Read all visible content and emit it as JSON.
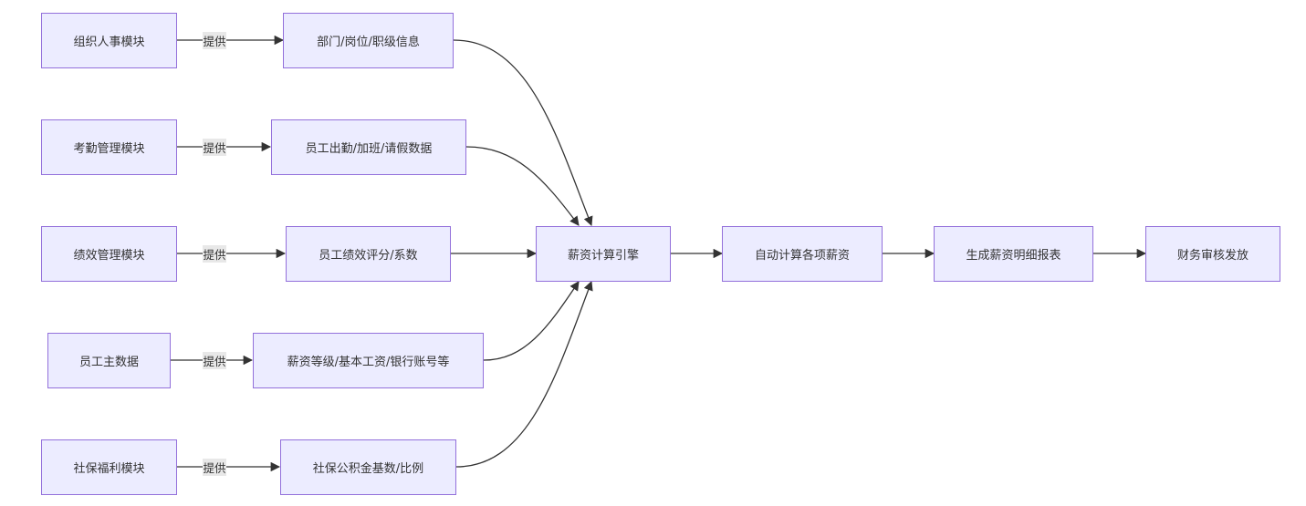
{
  "nodes": {
    "org": "组织人事模块",
    "attendance": "考勤管理模块",
    "performance": "绩效管理模块",
    "employee_master": "员工主数据",
    "social": "社保福利模块",
    "dept_info": "部门/岗位/职级信息",
    "attendance_data": "员工出勤/加班/请假数据",
    "perf_score": "员工绩效评分/系数",
    "salary_grade": "薪资等级/基本工资/银行账号等",
    "social_base": "社保公积金基数/比例",
    "engine": "薪资计算引擎",
    "auto_calc": "自动计算各项薪资",
    "report": "生成薪资明细报表",
    "finance": "财务审核发放"
  },
  "edge_labels": {
    "provide_1": "提供",
    "provide_2": "提供",
    "provide_3": "提供",
    "provide_4": "提供",
    "provide_5": "提供"
  },
  "colors": {
    "node_fill": "#ececff",
    "node_border": "#9370db",
    "edge": "#333333",
    "label_bg": "#e8e8e8"
  }
}
